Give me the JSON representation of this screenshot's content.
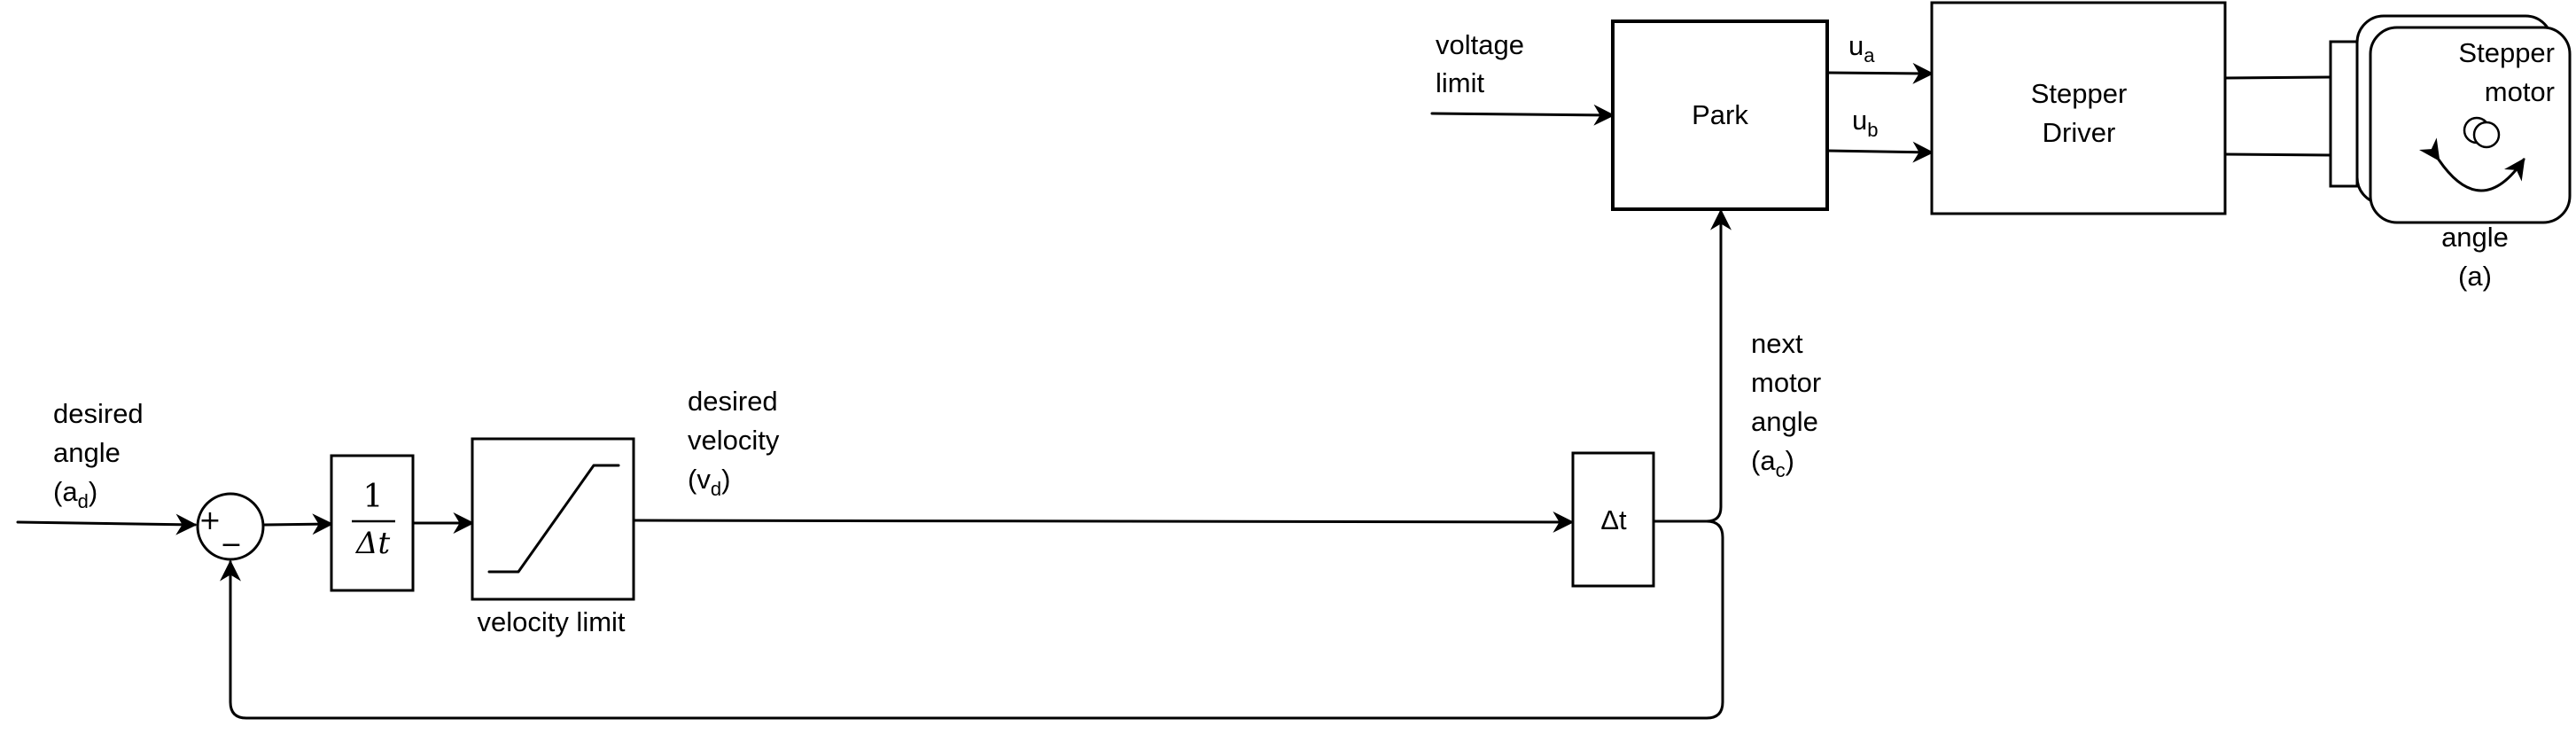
{
  "diagram": {
    "input": {
      "line1": "desired",
      "line2": "angle",
      "line3_prefix": "(a",
      "line3_sub": "d",
      "line3_suffix": ")"
    },
    "summing_junction": {
      "plus": "+",
      "minus": "−"
    },
    "inverse_dt": {
      "numerator": "1",
      "denominator": "Δt"
    },
    "velocity_limit": {
      "label": "velocity limit"
    },
    "desired_velocity": {
      "line1": "desired",
      "line2": "velocity",
      "line3_prefix": "(v",
      "line3_sub": "d",
      "line3_suffix": ")"
    },
    "dt_block": {
      "label": "Δt"
    },
    "next_angle": {
      "line1": "next",
      "line2": "motor",
      "line3": "angle",
      "line4_prefix": "(a",
      "line4_sub": "c",
      "line4_suffix": ")"
    },
    "voltage_limit": {
      "line1": "voltage",
      "line2": "limit"
    },
    "park": {
      "label": "Park"
    },
    "ua": {
      "main": "u",
      "sub": "a"
    },
    "ub": {
      "main": "u",
      "sub": "b"
    },
    "driver": {
      "line1": "Stepper",
      "line2": "Driver"
    },
    "motor": {
      "line1": "Stepper",
      "line2": "motor",
      "angle_line1": "angle",
      "angle_line2": "(a)"
    }
  }
}
